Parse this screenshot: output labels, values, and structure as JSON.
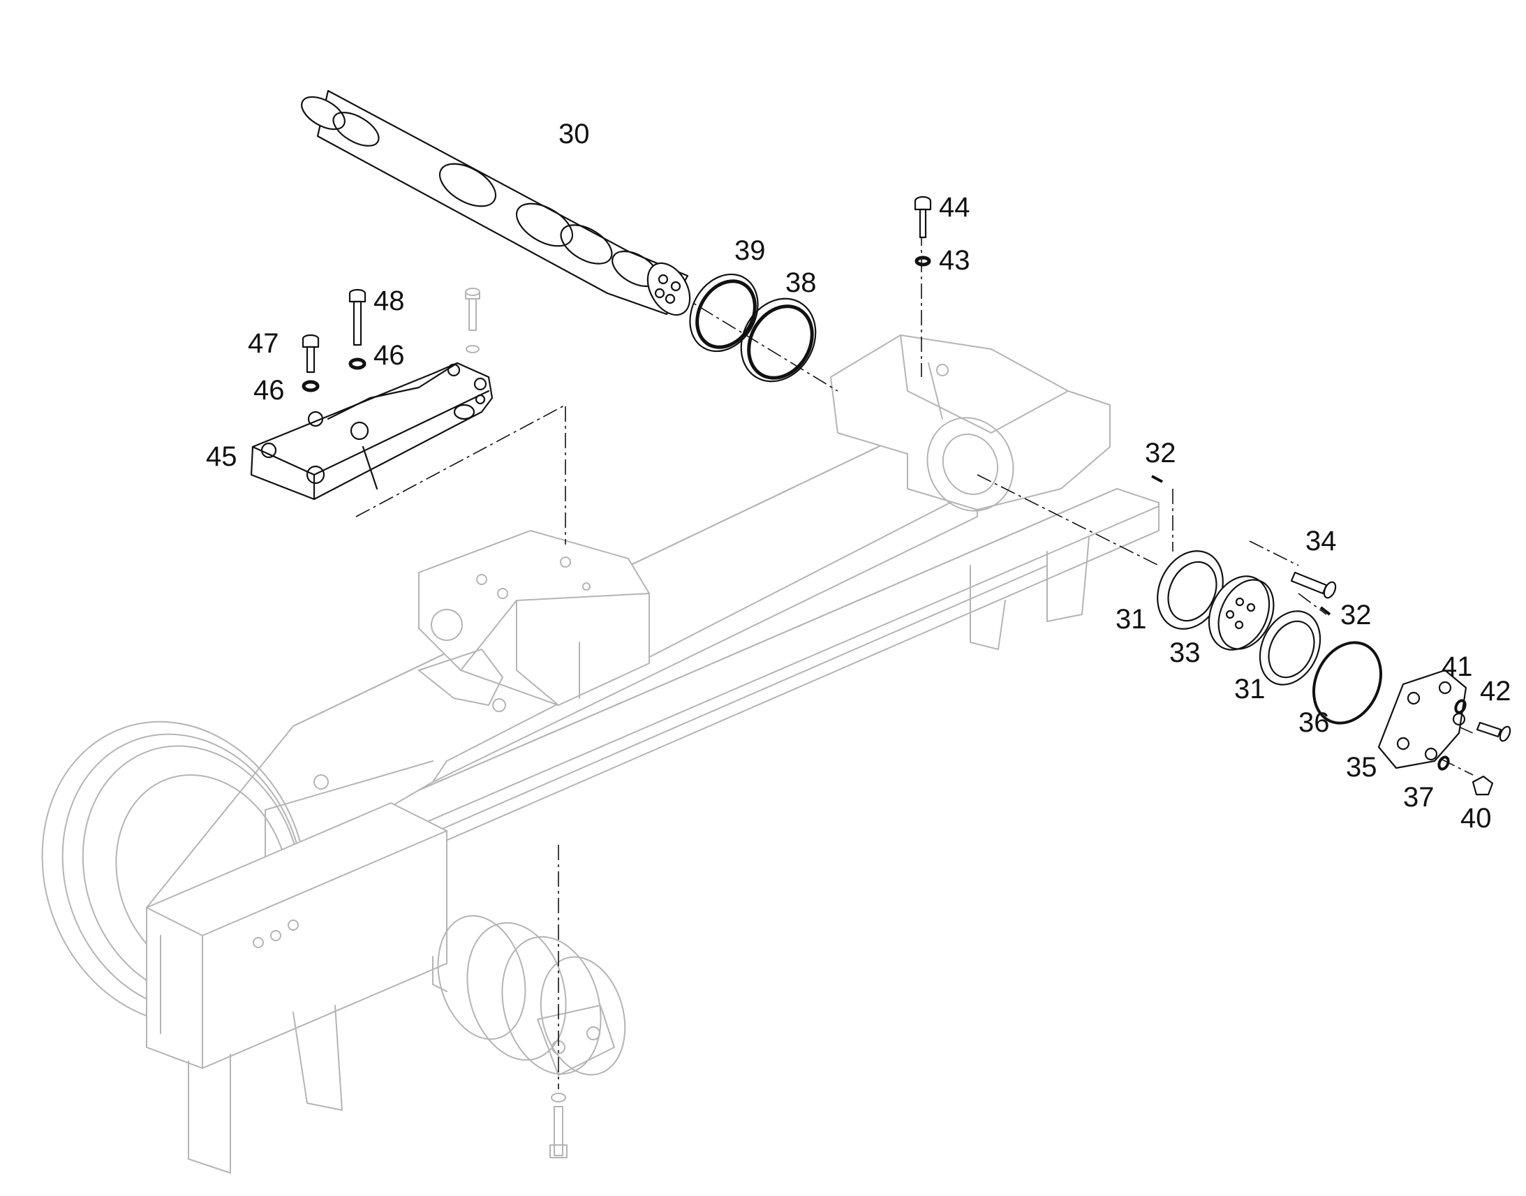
{
  "diagram": {
    "type": "exploded-parts-view",
    "callouts": [
      {
        "id": "c30",
        "label": "30"
      },
      {
        "id": "c39",
        "label": "39"
      },
      {
        "id": "c38",
        "label": "38"
      },
      {
        "id": "c44",
        "label": "44"
      },
      {
        "id": "c43",
        "label": "43"
      },
      {
        "id": "c48",
        "label": "48"
      },
      {
        "id": "c47",
        "label": "47"
      },
      {
        "id": "c46a",
        "label": "46"
      },
      {
        "id": "c46b",
        "label": "46"
      },
      {
        "id": "c45",
        "label": "45"
      },
      {
        "id": "c32a",
        "label": "32"
      },
      {
        "id": "c34",
        "label": "34"
      },
      {
        "id": "c32b",
        "label": "32"
      },
      {
        "id": "c31a",
        "label": "31"
      },
      {
        "id": "c33",
        "label": "33"
      },
      {
        "id": "c31b",
        "label": "31"
      },
      {
        "id": "c41",
        "label": "41"
      },
      {
        "id": "c42",
        "label": "42"
      },
      {
        "id": "c36",
        "label": "36"
      },
      {
        "id": "c35",
        "label": "35"
      },
      {
        "id": "c37",
        "label": "37"
      },
      {
        "id": "c40",
        "label": "40"
      }
    ]
  }
}
